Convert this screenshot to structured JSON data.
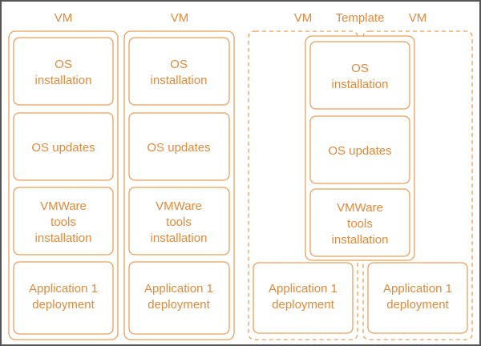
{
  "colors": {
    "stroke": "#e8a05c",
    "text": "#e08a3c",
    "frame": "#555555",
    "background": "#ffffff"
  },
  "left": {
    "vm1_label": "VM",
    "vm2_label": "VM",
    "vm1": {
      "os_install": [
        "OS",
        "installation"
      ],
      "os_updates": [
        "OS updates"
      ],
      "vmware_tools": [
        "VMWare",
        "tools",
        "installation"
      ],
      "app": [
        "Application 1",
        "deployment"
      ]
    },
    "vm2": {
      "os_install": [
        "OS",
        "installation"
      ],
      "os_updates": [
        "OS updates"
      ],
      "vmware_tools": [
        "VMWare",
        "tools",
        "installation"
      ],
      "app": [
        "Application 1",
        "deployment"
      ]
    }
  },
  "right": {
    "vm_left_label": "VM",
    "template_label": "Template",
    "vm_right_label": "VM",
    "template": {
      "os_install": [
        "OS",
        "installation"
      ],
      "os_updates": [
        "OS updates"
      ],
      "vmware_tools": [
        "VMWare",
        "tools",
        "installation"
      ]
    },
    "app_left": [
      "Application 1",
      "deployment"
    ],
    "app_right": [
      "Application 1",
      "deployment"
    ]
  }
}
